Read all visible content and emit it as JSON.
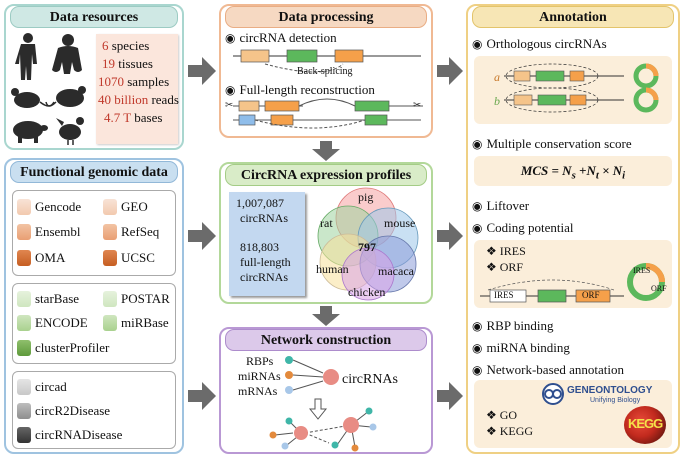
{
  "data_resources": {
    "title": "Data resources",
    "stats": [
      {
        "num": "6",
        "label": " species"
      },
      {
        "num": "19",
        "label": " tissues"
      },
      {
        "num": "1070",
        "label": " samples"
      },
      {
        "num": "40 billion",
        "label": " reads"
      },
      {
        "num": "4.7 T",
        "label": " bases"
      }
    ]
  },
  "functional_genomic": {
    "title": "Functional genomic data",
    "group1": [
      "Gencode",
      "GEO",
      "Ensembl",
      "RefSeq",
      "OMA",
      "UCSC"
    ],
    "group2": [
      "starBase",
      "POSTAR",
      "ENCODE",
      "miRBase",
      "clusterProfiler"
    ],
    "group3": [
      "circad",
      "circR2Disease",
      "circRNADisease"
    ]
  },
  "data_processing": {
    "title": "Data processing",
    "step1": "circRNA detection",
    "back_splicing": "Back-splicing",
    "step2": "Full-length reconstruction"
  },
  "expression": {
    "title": "CircRNA expression profiles",
    "count1": "1,007,087",
    "count1_label": "circRNAs",
    "count2": "818,803",
    "count2_label1": "full-length",
    "count2_label2": "circRNAs",
    "venn": {
      "pig": "pig",
      "rat": "rat",
      "mouse": "mouse",
      "human": "human",
      "macaca": "macaca",
      "chicken": "chicken",
      "center": "797"
    }
  },
  "network": {
    "title": "Network construction",
    "rbps": "RBPs",
    "mirnas": "miRNAs",
    "mrnas": "mRNAs",
    "circrnas": "circRNAs"
  },
  "annotation": {
    "title": "Annotation",
    "orthologous": "Orthologous circRNAs",
    "label_a": "a",
    "label_b": "b",
    "mcs_title": "Multiple conservation score",
    "liftover": "Liftover",
    "coding": "Coding potential",
    "ires": "IRES",
    "orf": "ORF",
    "track_ires": "IRES",
    "track_orf": "ORF",
    "ring_ires": "IRES",
    "ring_orf": "ORF",
    "rbp_binding": "RBP binding",
    "mirna_binding": "miRNA binding",
    "network_annot": "Network-based annotation",
    "go": "GO",
    "kegg": "KEGG",
    "gene_ontology": "GENEONTOLOGY",
    "unifying": "Unifying Biology",
    "kegg_logo": "KEGG"
  },
  "colors": {
    "teal": "#cfe8e4",
    "peach": "#f6d9c2",
    "green": "#d9ecc8",
    "purple": "#dcc9ea",
    "yellow": "#f7e6b5",
    "blue_hdr": "#c9dff0",
    "stat_red": "#c0392b",
    "arrow": "#666666"
  }
}
